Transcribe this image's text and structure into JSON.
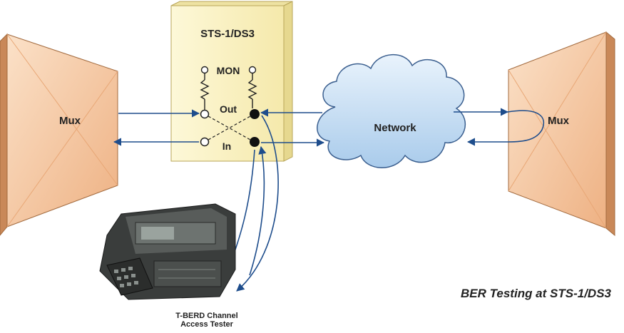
{
  "diagram": {
    "left_mux_label": "Mux",
    "right_mux_label": "Mux",
    "panel_title": "STS-1/DS3",
    "mon_label": "MON",
    "out_label": "Out",
    "in_label": "In",
    "network_label": "Network",
    "tester_label_line1": "T-BERD Channel",
    "tester_label_line2": "Access Tester",
    "caption": "BER Testing at STS-1/DS3"
  },
  "colors": {
    "arrow": "#1e4d8c",
    "mux_face": "#f6c9a4",
    "mux_side": "#c98858",
    "panel_face": "#fbf3c4",
    "panel_side": "#e6d88f",
    "cloud_fill": "#cfe4f6",
    "cloud_stroke": "#3b5f8f"
  }
}
